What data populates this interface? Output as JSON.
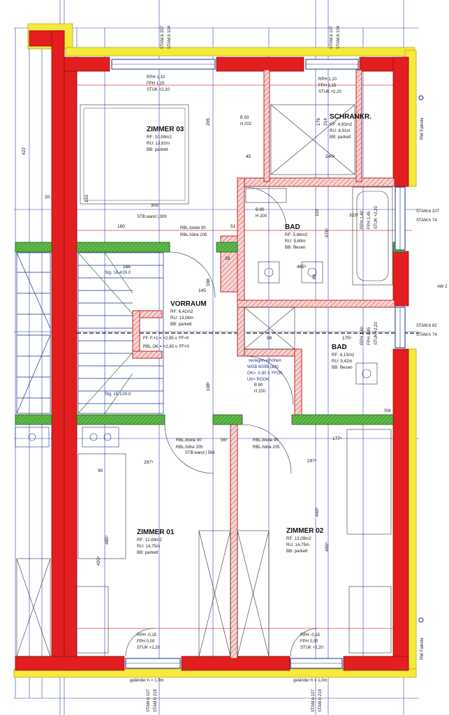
{
  "rooms": {
    "zimmer03": {
      "name": "ZIMMER 03",
      "rf": "RF: 10,99m2",
      "ru": "RU: 13,62m",
      "bb": "BB: parkett"
    },
    "schrank": {
      "name": "SCHRANKR.",
      "rf": "RF: 4,93m2",
      "ru": "RU: 8,91m",
      "bb": "BB: parkett"
    },
    "bad1": {
      "name": "BAD",
      "rf": "RF: 5,68m2",
      "ru": "RU: 9,69m",
      "bb": "BB: fliesen"
    },
    "vorraum": {
      "name": "VORRAUM",
      "rf": "RF: 6,41m2",
      "ru": "RU: 13,06m",
      "bb": "BB: parkett"
    },
    "bad2": {
      "name": "BAD",
      "rf": "RF: 4,13m2",
      "ru": "RU: 9,42m",
      "bb": "BB: fliesen"
    },
    "zimmer01": {
      "name": "ZIMMER 01",
      "rf": "RF: 12,69m2",
      "ru": "RU: 14,75m",
      "bb": "BB: parkett"
    },
    "zimmer02": {
      "name": "ZIMMER 02",
      "rf": "RF: 13,09m2",
      "ru": "RU: 14,75m",
      "bb": "BB: parkett"
    }
  },
  "height_notes": {
    "top_left": [
      "RPH 1,10",
      "FPH 1,15",
      "STUK +2,20"
    ],
    "top_right": [
      "RPH 1,10",
      "FPH 1,15",
      "STUK +2,20"
    ],
    "bottom_left": [
      "RPH -0,15",
      "FPH 0,00",
      "STUK +2,20"
    ],
    "bottom_right": [
      "RPH -0,15",
      "FPH 0,00",
      "STUK +2,20"
    ]
  },
  "stam_labels": {
    "top_a": [
      "STAM.b 207",
      "STAM.h 104"
    ],
    "top_b": [
      "STAM.b 107",
      "STAM.h 104"
    ],
    "right_a": [
      "STAM.b 107",
      "STAM.h 74"
    ],
    "right_b": [
      "STAM.b 82",
      "STAM.h 74"
    ],
    "bottom_a": [
      "STAM.b 107",
      "STAM.h 219"
    ],
    "bottom_b": [
      "STAM.b 107",
      "STAM.h 219"
    ]
  },
  "side_notes": {
    "rw_top": "RW Fallrohr",
    "rw_bottom": "RW Fallrohr",
    "aw": "AW 2",
    "sw": "SW",
    "gelaender_a": "geländer h = 1,0m",
    "gelaender_b": "geländer h = 1,0m"
  },
  "wall_notes": {
    "stb_wand_top": "STB.wand | 309",
    "stb_wand_mid": "STB.wand | 586",
    "rbl_breite_90": "RBL.breite 90",
    "rbl_hoehe_205": "RBL.höhe 205",
    "rbl_ok": "RBL.OK = +2,80 v. FF+0",
    "rbl_fu": "FF. F.+1 = +2,95 v. FF+0",
    "treppe_top": "Stg. 18,4/26,0",
    "treppe_bottom": "Stg. 18,1/26,0",
    "wc_note": "verlegen erhöhen",
    "wc_note2": "WOB 80/95 (a/b)",
    "wc_note3": "OK= -0,80 v. FFOK",
    "wc_note4": "UK= ROOK",
    "b80": "B 80",
    "h200": "H 200",
    "b83": "B 83",
    "h202": "H 202",
    "rph140": "RPH 1,40",
    "fph145": "FPH 1,45",
    "stuk220": "STUK +2,20"
  },
  "dimensions": {
    "d309": "309",
    "d180": "180",
    "d205a": "205",
    "d176": "176",
    "d214": "214",
    "d240": "240⁸",
    "d322": "322⁵",
    "d297l": "297⁵",
    "d297r": "297⁵",
    "d177": "177⁵",
    "d440": "440⁵",
    "d465": "465⁵",
    "d485": "485⁵",
    "d420": "420⁵",
    "d198": "198",
    "d108": "108⁵",
    "d145": "145",
    "d166": "166",
    "d56": "56⁵",
    "d98": "98",
    "d175": "175⁵",
    "d39": "39",
    "d51": "51",
    "d465b": "465⁵",
    "d89": "89",
    "d678": "678⁵",
    "d110": "110",
    "d90": "90",
    "d422": "422",
    "d133": "133",
    "d20": "20",
    "d45": "45"
  }
}
